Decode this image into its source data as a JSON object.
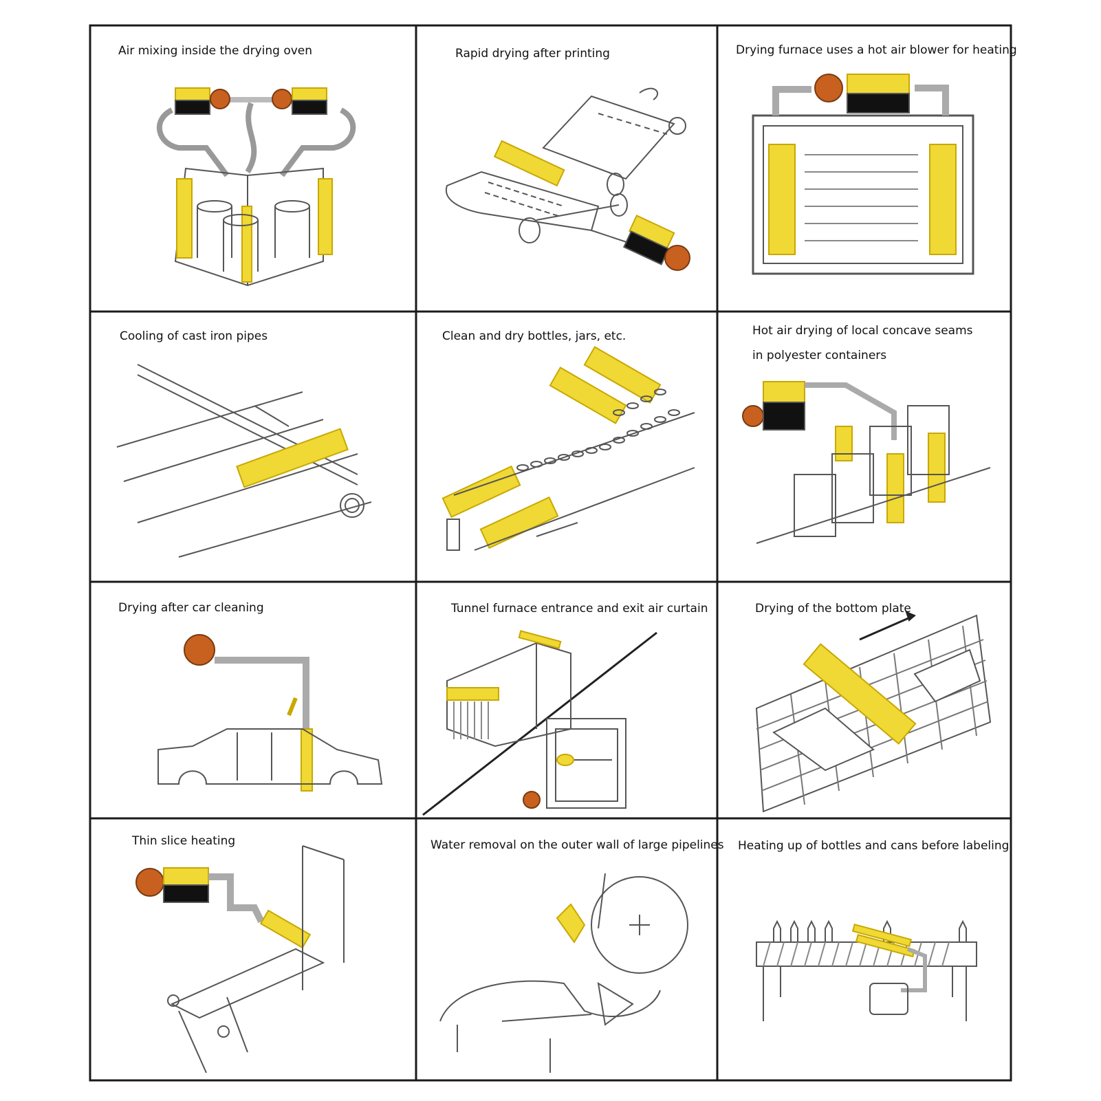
{
  "colors": {
    "border": "#1a1a1a",
    "line": "#555555",
    "yellow": "#f0d835",
    "yellow_dark": "#c8a800",
    "brown": "#c8611f",
    "black": "#111111"
  },
  "panels": [
    {
      "title": "Air mixing inside the drying oven"
    },
    {
      "title": "Rapid drying after printing"
    },
    {
      "title": "Drying furnace uses a hot air blower for heating"
    },
    {
      "title": "Cooling of cast iron pipes"
    },
    {
      "title": "Clean and dry bottles, jars, etc."
    },
    {
      "title": "Hot air drying of local concave seams in polyester containers"
    },
    {
      "title": "Drying after car cleaning"
    },
    {
      "title": "Tunnel furnace entrance and exit air curtain"
    },
    {
      "title": "Drying of the bottom plate"
    },
    {
      "title": "Thin slice heating"
    },
    {
      "title": "Water removal on the outer wall of large pipelines"
    },
    {
      "title": "Heating up of bottles and cans before labeling"
    }
  ]
}
